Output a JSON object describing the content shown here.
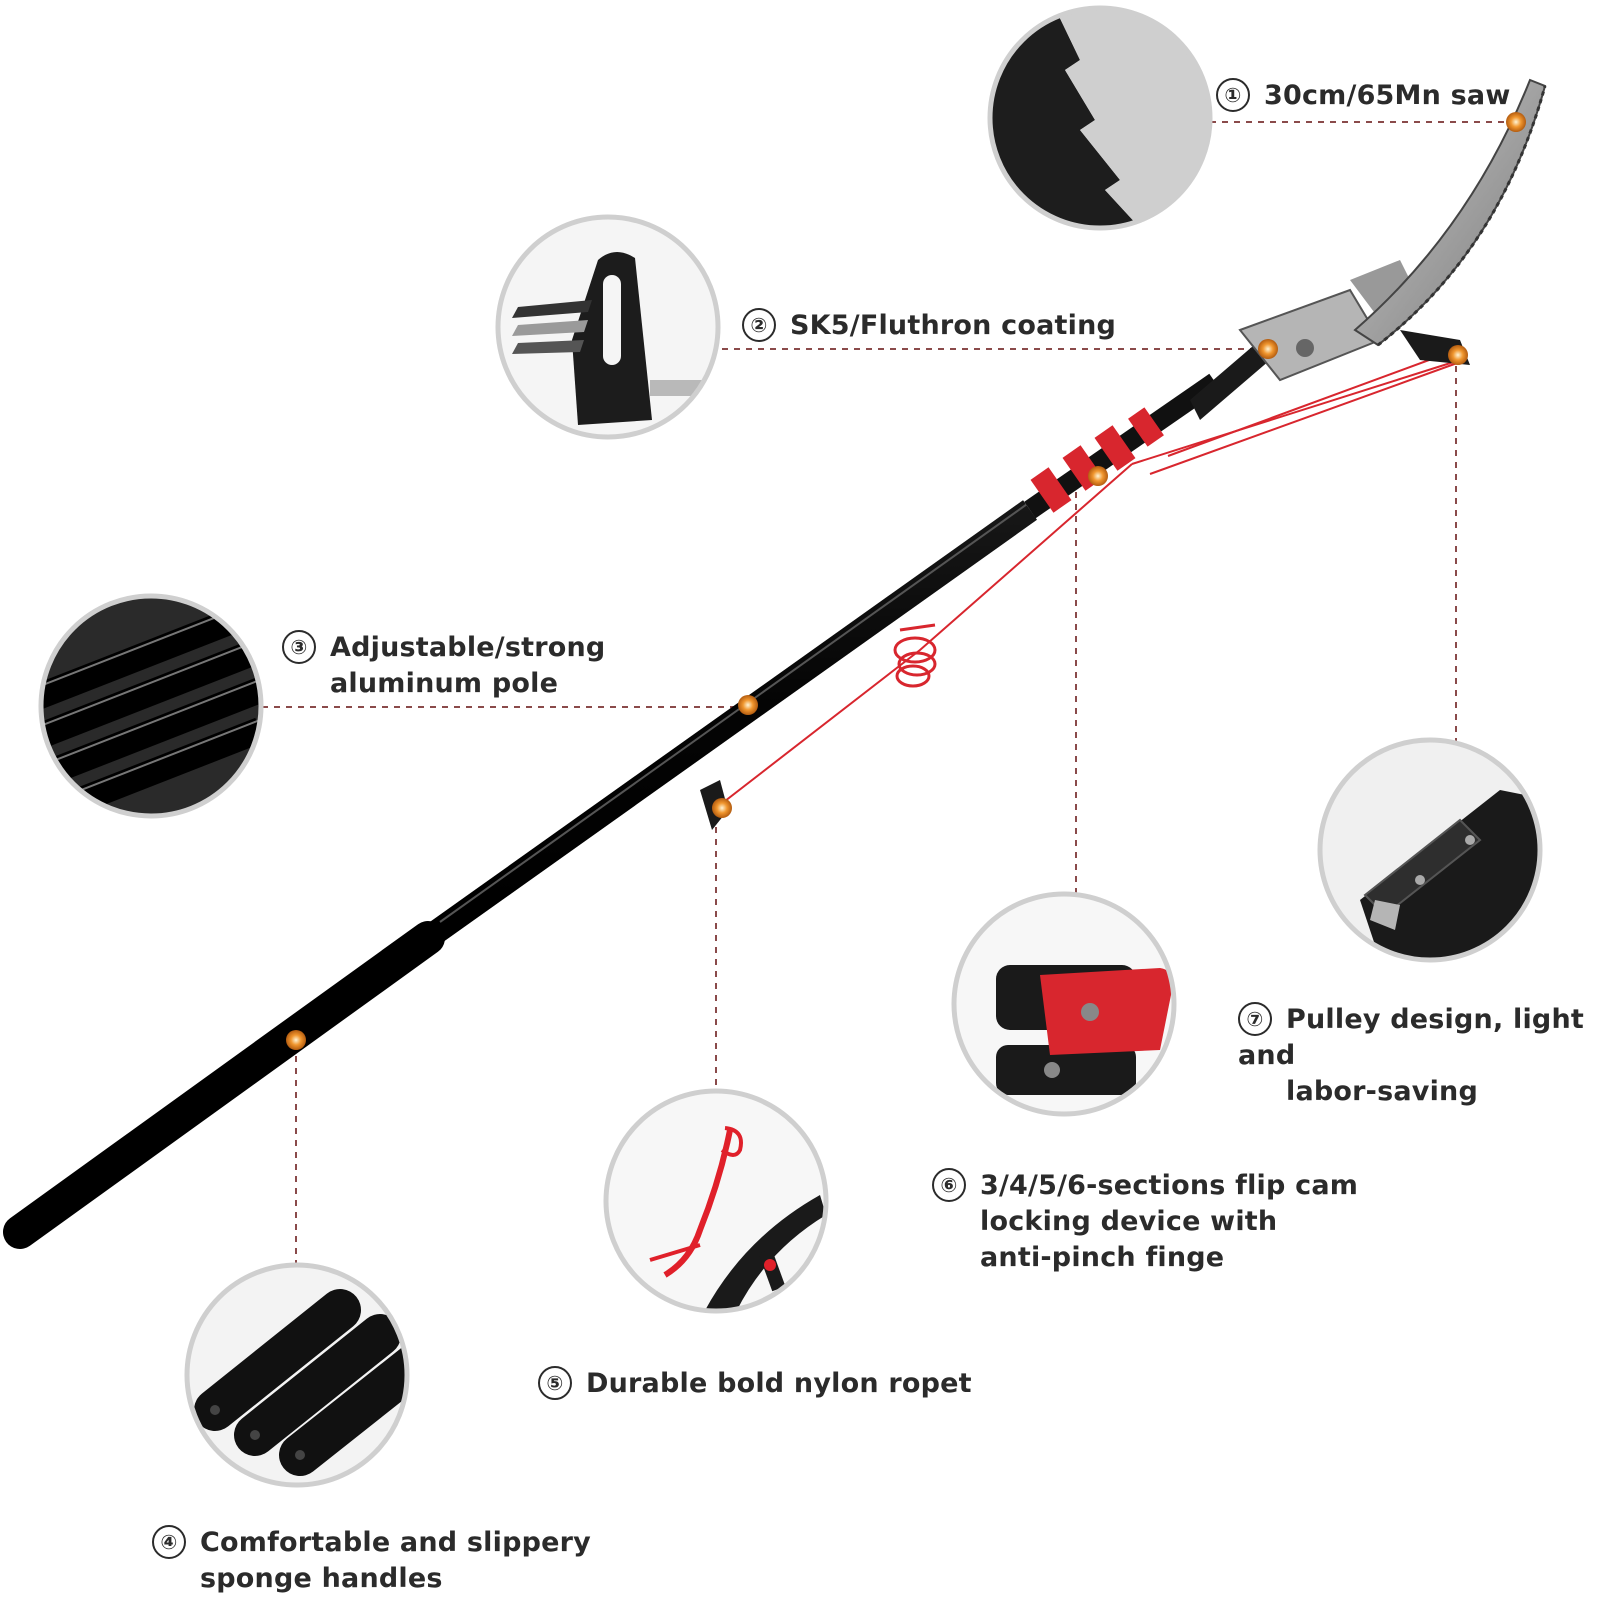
{
  "accent_color": "#d8262e",
  "dot_color": "#f0962e",
  "pole_color": "#111111",
  "features": [
    {
      "number": "①",
      "lines": [
        "30cm/65Mn saw"
      ],
      "icon": "saw-blade-closeup"
    },
    {
      "number": "②",
      "lines": [
        "SK5/Fluthron coating"
      ],
      "icon": "pruner-blade-closeup"
    },
    {
      "number": "③",
      "lines": [
        "Adjustable/strong",
        "aluminum pole"
      ],
      "icon": "pole-sections-closeup"
    },
    {
      "number": "④",
      "lines": [
        "Comfortable and slippery",
        "sponge handles"
      ],
      "icon": "sponge-handles-closeup"
    },
    {
      "number": "⑤",
      "lines": [
        "Durable bold nylon ropet"
      ],
      "icon": "rope-handle-closeup"
    },
    {
      "number": "⑥",
      "lines": [
        "3/4/5/6-sections flip cam",
        "locking device with",
        "anti-pinch finge"
      ],
      "icon": "flip-cam-lock-closeup"
    },
    {
      "number": "⑦",
      "lines": [
        "Pulley design, light and",
        "labor-saving"
      ],
      "icon": "pulley-closeup"
    }
  ]
}
